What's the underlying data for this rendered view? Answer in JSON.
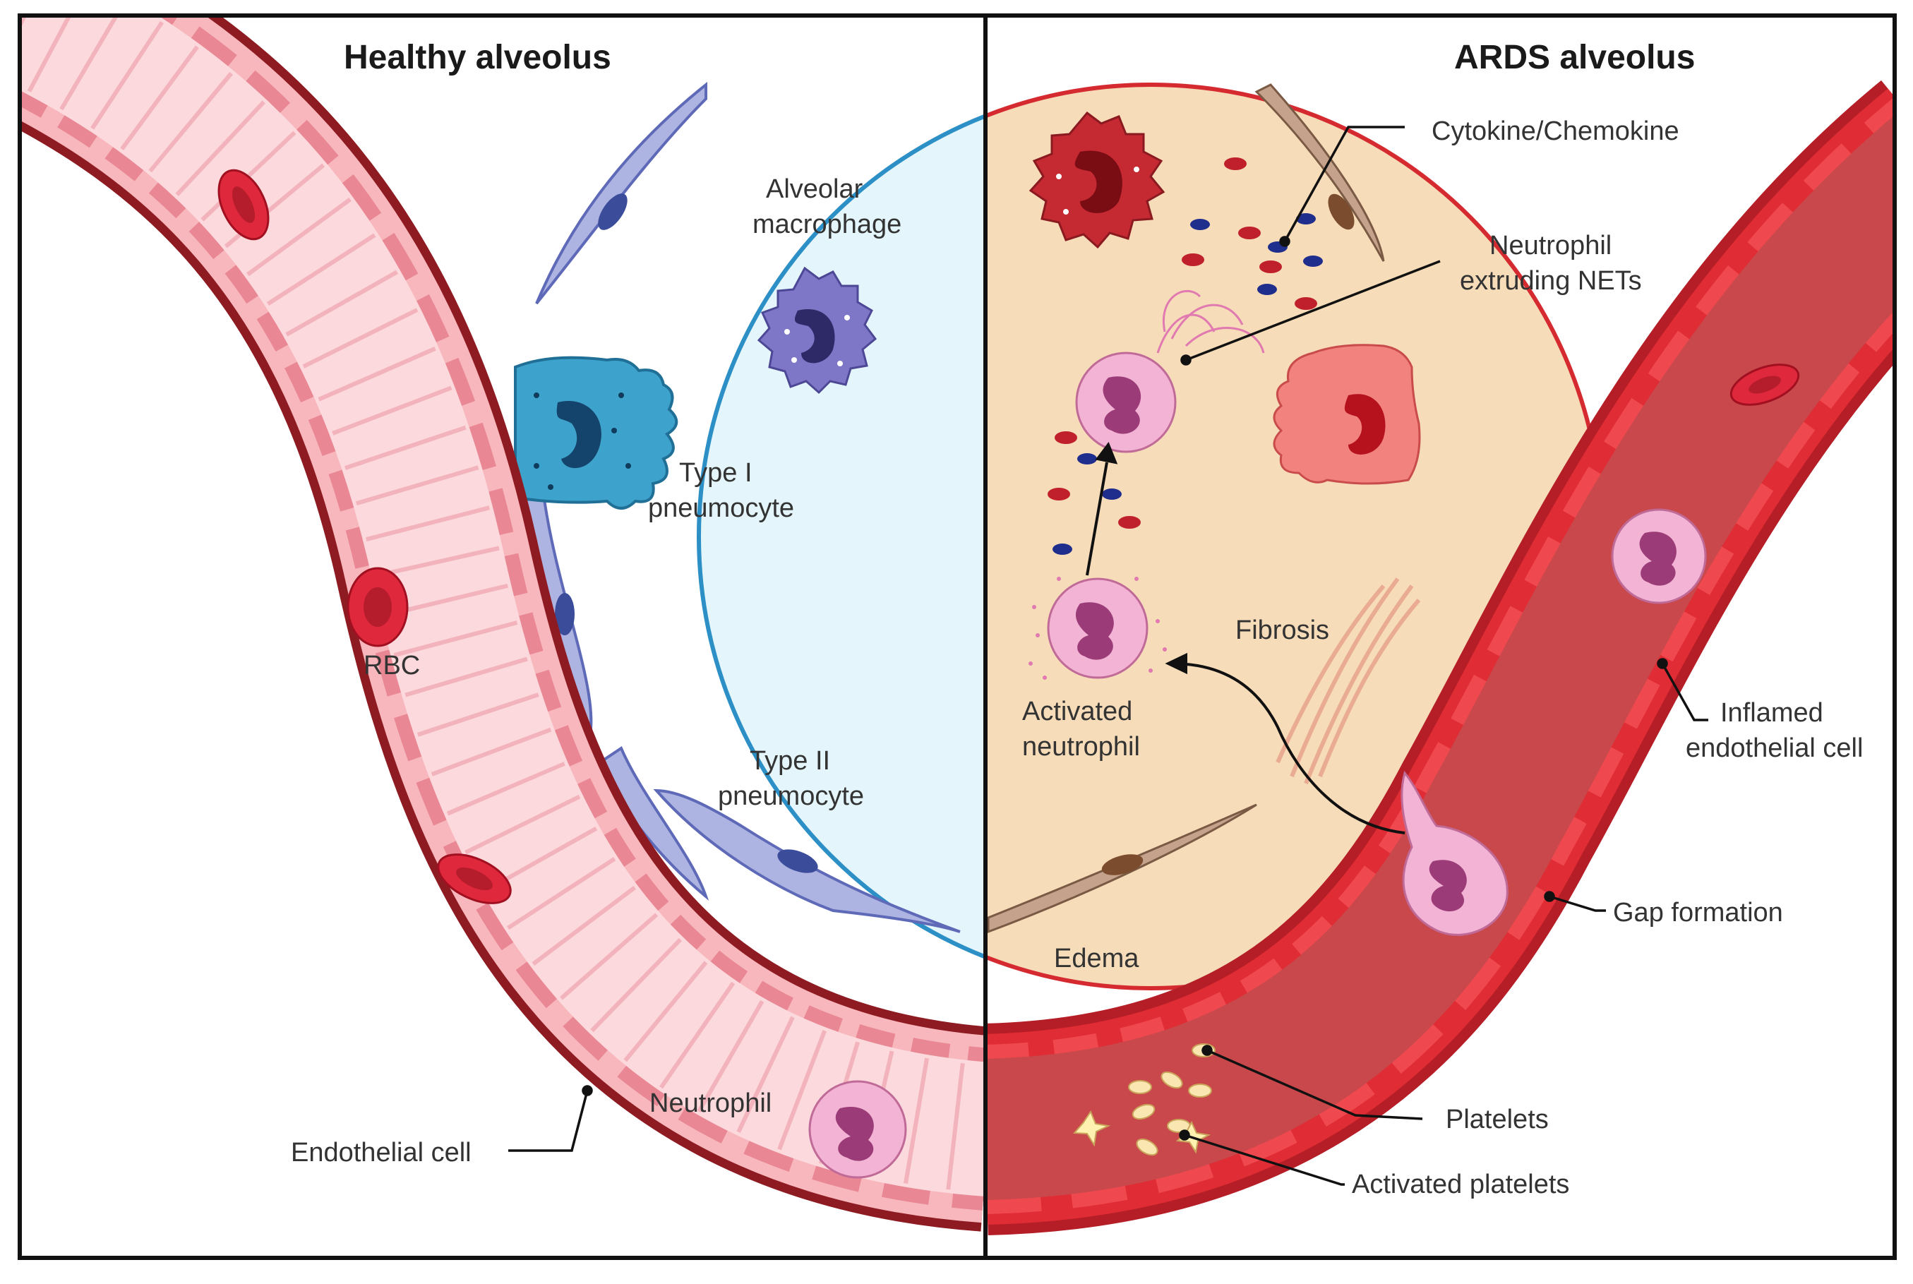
{
  "panels": {
    "healthy": {
      "title": "Healthy alveolus",
      "labels": {
        "alveolar_macrophage_1": "Alveolar",
        "alveolar_macrophage_2": "macrophage",
        "type1_1": "Type I",
        "type1_2": "pneumocyte",
        "type2_1": "Type II",
        "type2_2": "pneumocyte",
        "rbc": "RBC",
        "neutrophil": "Neutrophil",
        "endothelial": "Endothelial cell"
      }
    },
    "ards": {
      "title": "ARDS alveolus",
      "labels": {
        "cytokine": "Cytokine/Chemokine",
        "nets_1": "Neutrophil",
        "nets_2": "extruding NETs",
        "fibrosis": "Fibrosis",
        "activated_neutrophil_1": "Activated",
        "activated_neutrophil_2": "neutrophil",
        "edema": "Edema",
        "inflamed_1": "Inflamed",
        "inflamed_2": "endothelial cell",
        "gap": "Gap formation",
        "platelets": "Platelets",
        "activated_platelets": "Activated platelets"
      }
    }
  },
  "colors": {
    "healthy_alveolus_fill": "#e4f6fb",
    "ards_alveolus_fill": "#f6dcb8",
    "healthy_vessel_wall": "#8e1b22",
    "healthy_vessel_lumen": "#fbd9dc",
    "ards_vessel_wall": "#d42a30",
    "ards_vessel_lumen": "#c8484c",
    "neutrophil_pink": "#f3b3d4",
    "macrophage_purple": "#7c74c4",
    "type1_cell_blue": "#3fa4cc",
    "ards_macrophage_red": "#c82a32"
  }
}
